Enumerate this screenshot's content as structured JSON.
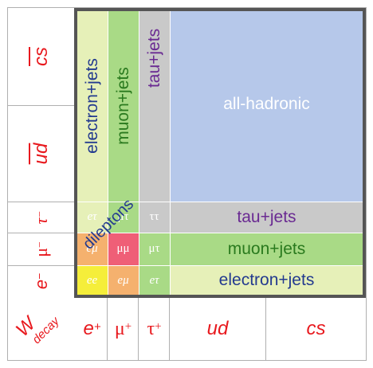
{
  "row_labels": {
    "cs": "cs",
    "ud": "ud",
    "tau": "τ",
    "mu": "μ",
    "e": "e",
    "minus": "−"
  },
  "column_labels": {
    "w": "W",
    "decay": "decay",
    "e": "e",
    "mu": "μ",
    "tau": "τ",
    "plus": "+",
    "ud": "ud",
    "cs": "cs"
  },
  "regions": {
    "electron_jets_col": "electron+jets",
    "muon_jets_col": "muon+jets",
    "tau_jets_col": "tau+jets",
    "all_hadronic": "all-hadronic",
    "tau_jets_row": "tau+jets",
    "muon_jets_row": "muon+jets",
    "electron_jets_row": "electron+jets",
    "dileptons": "dileptons"
  },
  "small_cells": {
    "r_tau": [
      "eτ",
      "μτ",
      "ττ"
    ],
    "r_mu": [
      "eμ",
      "μμ",
      "μτ"
    ],
    "r_e": [
      "ee",
      "eμ",
      "eτ"
    ]
  },
  "colors": {
    "electron_jets": "#e6f0b8",
    "muon_jets": "#a9da86",
    "tau_jets": "#c9c9c9",
    "all_hadronic": "#b6c8ea",
    "ee": "#f5ee3a",
    "emu": "#f5b16e",
    "mumu": "#ef5f77",
    "frame": "#555555",
    "label_red": "#e8191e",
    "text_blue": "#233a8f",
    "text_green": "#2a7a1e",
    "text_purple": "#6a2a92"
  }
}
